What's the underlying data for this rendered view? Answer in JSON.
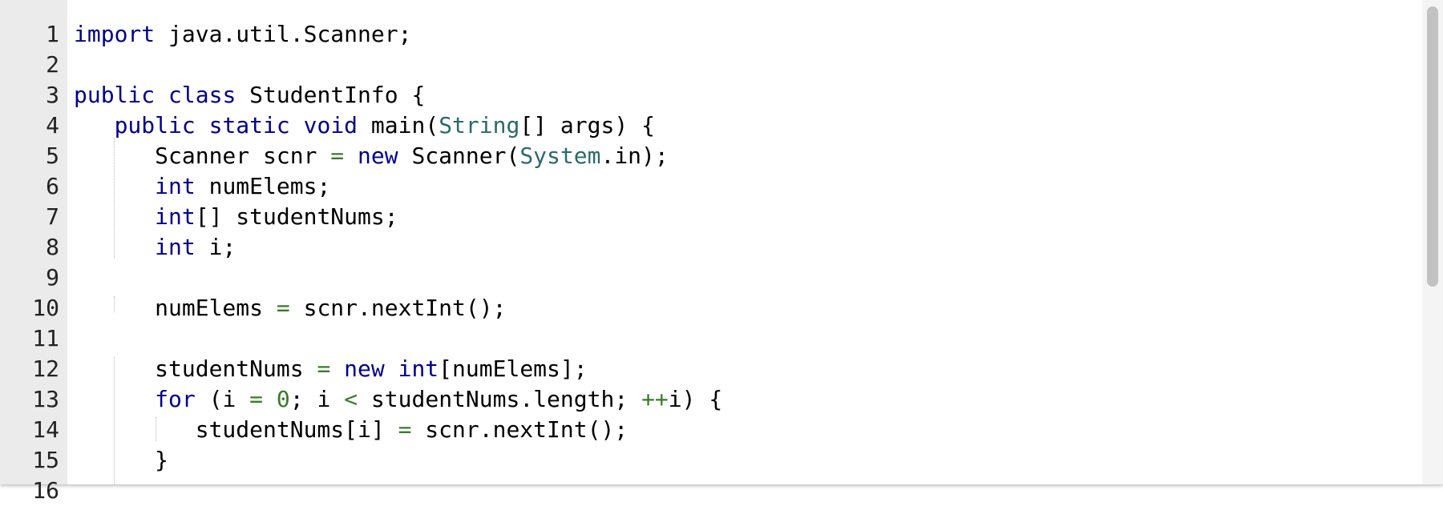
{
  "editor": {
    "language": "java",
    "colors": {
      "keyword": "#00008b",
      "type": "#2b6a6a",
      "operator": "#3a7a2a",
      "gutter_bg": "#ebebeb"
    },
    "lines": [
      {
        "number": "1",
        "tokens": [
          {
            "t": "import",
            "c": "kw"
          },
          {
            "t": " java.util.Scanner;",
            "c": ""
          }
        ]
      },
      {
        "number": "2",
        "tokens": []
      },
      {
        "number": "3",
        "tokens": [
          {
            "t": "public",
            "c": "kw"
          },
          {
            "t": " ",
            "c": ""
          },
          {
            "t": "class",
            "c": "kw"
          },
          {
            "t": " StudentInfo {",
            "c": ""
          }
        ]
      },
      {
        "number": "4",
        "tokens": [
          {
            "t": "   ",
            "c": ""
          },
          {
            "t": "public",
            "c": "kw"
          },
          {
            "t": " ",
            "c": ""
          },
          {
            "t": "static",
            "c": "kw"
          },
          {
            "t": " ",
            "c": ""
          },
          {
            "t": "void",
            "c": "kw"
          },
          {
            "t": " main(",
            "c": ""
          },
          {
            "t": "String",
            "c": "ty"
          },
          {
            "t": "[] args) {",
            "c": ""
          }
        ]
      },
      {
        "number": "5",
        "tokens": [
          {
            "t": "      Scanner scnr ",
            "c": ""
          },
          {
            "t": "=",
            "c": "op"
          },
          {
            "t": " ",
            "c": ""
          },
          {
            "t": "new",
            "c": "kw"
          },
          {
            "t": " Scanner(",
            "c": ""
          },
          {
            "t": "System",
            "c": "ty"
          },
          {
            "t": ".in);",
            "c": ""
          }
        ]
      },
      {
        "number": "6",
        "tokens": [
          {
            "t": "      ",
            "c": ""
          },
          {
            "t": "int",
            "c": "kw"
          },
          {
            "t": " numElems;",
            "c": ""
          }
        ]
      },
      {
        "number": "7",
        "tokens": [
          {
            "t": "      ",
            "c": ""
          },
          {
            "t": "int",
            "c": "kw"
          },
          {
            "t": "[] studentNums;",
            "c": ""
          }
        ]
      },
      {
        "number": "8",
        "tokens": [
          {
            "t": "      ",
            "c": ""
          },
          {
            "t": "int",
            "c": "kw"
          },
          {
            "t": " i;",
            "c": ""
          }
        ]
      },
      {
        "number": "9",
        "tokens": []
      },
      {
        "number": "10",
        "tokens": [
          {
            "t": "      numElems ",
            "c": ""
          },
          {
            "t": "=",
            "c": "op"
          },
          {
            "t": " scnr.nextInt();",
            "c": ""
          }
        ]
      },
      {
        "number": "11",
        "tokens": []
      },
      {
        "number": "12",
        "tokens": [
          {
            "t": "      studentNums ",
            "c": ""
          },
          {
            "t": "=",
            "c": "op"
          },
          {
            "t": " ",
            "c": ""
          },
          {
            "t": "new",
            "c": "kw"
          },
          {
            "t": " ",
            "c": ""
          },
          {
            "t": "int",
            "c": "kw"
          },
          {
            "t": "[numElems];",
            "c": ""
          }
        ]
      },
      {
        "number": "13",
        "tokens": [
          {
            "t": "      ",
            "c": ""
          },
          {
            "t": "for",
            "c": "kw"
          },
          {
            "t": " (i ",
            "c": ""
          },
          {
            "t": "=",
            "c": "op"
          },
          {
            "t": " ",
            "c": ""
          },
          {
            "t": "0",
            "c": "num"
          },
          {
            "t": "; i ",
            "c": ""
          },
          {
            "t": "<",
            "c": "op"
          },
          {
            "t": " studentNums.length; ",
            "c": ""
          },
          {
            "t": "++",
            "c": "op"
          },
          {
            "t": "i) {",
            "c": ""
          }
        ]
      },
      {
        "number": "14",
        "tokens": [
          {
            "t": "         studentNums[i] ",
            "c": ""
          },
          {
            "t": "=",
            "c": "op"
          },
          {
            "t": " scnr.nextInt();",
            "c": ""
          }
        ]
      },
      {
        "number": "15",
        "tokens": [
          {
            "t": "      }",
            "c": ""
          }
        ]
      },
      {
        "number": "16",
        "tokens": []
      }
    ]
  }
}
